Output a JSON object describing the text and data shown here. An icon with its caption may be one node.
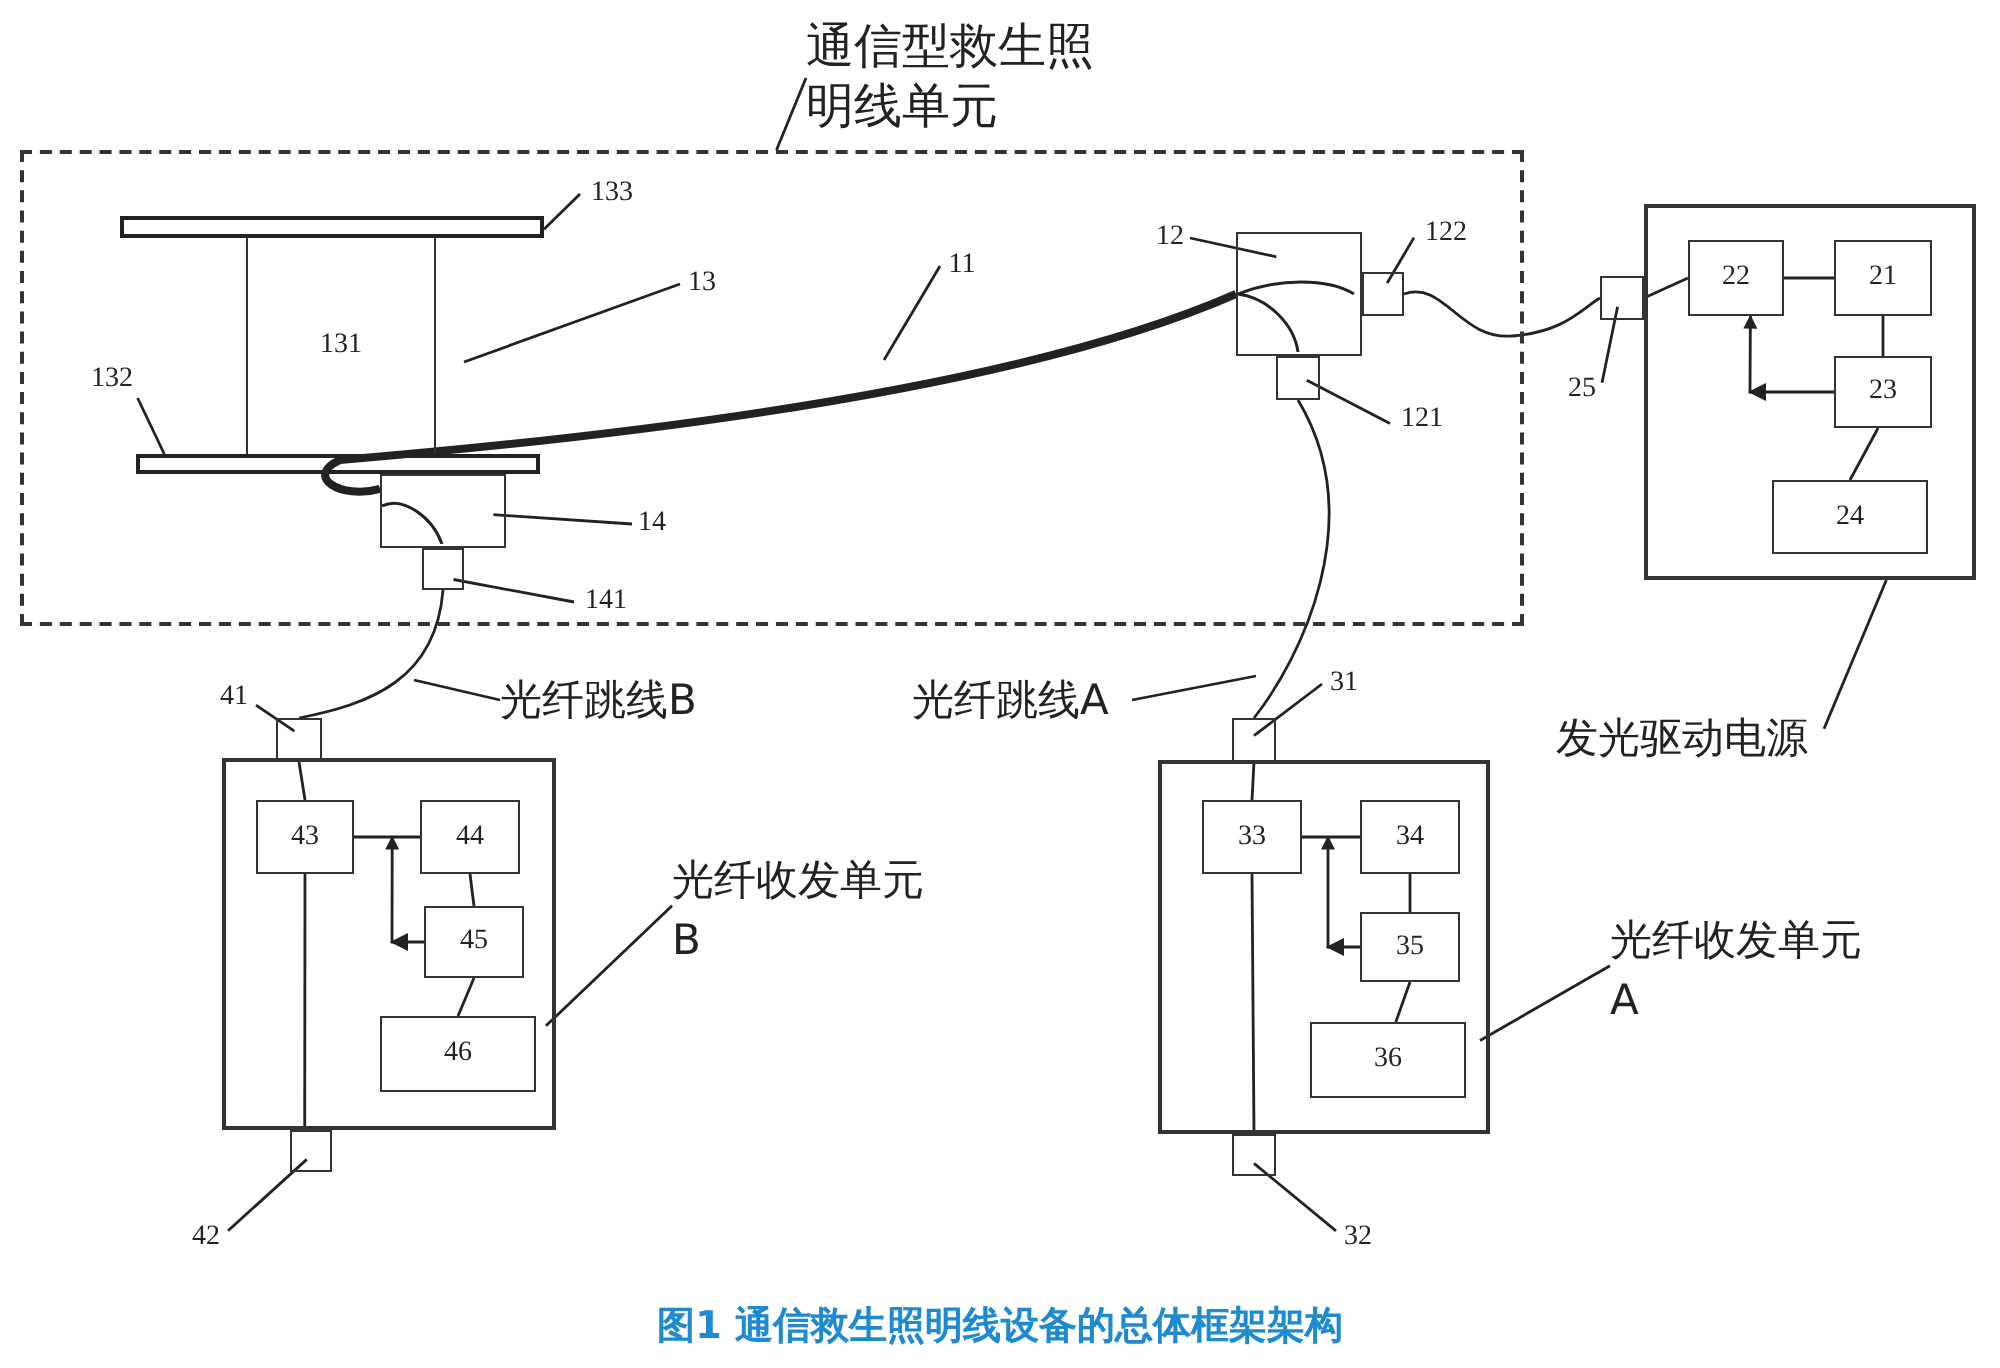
{
  "diagram": {
    "caption": "图1 通信救生照明线设备的总体框架架构",
    "nodes": [
      {
        "text": [
          "通信型救生照明线单元"
        ]
      },
      {
        "text": [],
        "shape": "box"
      },
      {
        "text": [],
        "shape": "bar",
        "in": 1
      },
      {
        "text": [
          "133"
        ],
        "in": 1
      },
      {
        "text": [
          "13"
        ],
        "in": 1
      },
      {
        "text": [
          "11"
        ],
        "in": 1
      },
      {
        "text": [
          "131"
        ],
        "in": 1
      },
      {
        "text": [
          "132"
        ],
        "in": 1
      },
      {
        "text": [],
        "shape": "bar",
        "in": 1
      },
      {
        "text": [
          "12"
        ],
        "in": 1
      },
      {
        "text": [],
        "shape": "box",
        "in": 1
      },
      {
        "text": [],
        "shape": "box",
        "in": 1
      },
      {
        "text": [
          "122"
        ],
        "in": 1
      },
      {
        "text": [],
        "shape": "box",
        "in": 1
      },
      {
        "text": [
          "121"
        ],
        "in": 1
      },
      {
        "text": [],
        "shape": "box",
        "in": 1
      },
      {
        "text": [
          "14"
        ],
        "in": 1
      },
      {
        "text": [],
        "shape": "box",
        "in": 1
      },
      {
        "text": [
          "141"
        ],
        "in": 1
      },
      {
        "text": [],
        "shape": "box"
      },
      {
        "text": [
          "25"
        ]
      },
      {
        "text": [],
        "shape": "box"
      },
      {
        "text": [
          "22"
        ],
        "in": 21
      },
      {
        "text": [
          "21"
        ],
        "in": 21
      },
      {
        "text": [
          "23"
        ],
        "in": 21
      },
      {
        "text": [
          "24"
        ],
        "in": 21
      },
      {
        "text": [
          "发光驱动电源"
        ]
      },
      {
        "text": [
          "41"
        ]
      },
      {
        "text": [],
        "shape": "box"
      },
      {
        "text": [
          "光纤跳线B"
        ]
      },
      {
        "text": [
          "光纤跳线A"
        ]
      },
      {
        "text": [
          "31"
        ]
      },
      {
        "text": [],
        "shape": "box"
      },
      {
        "text": [],
        "shape": "box"
      },
      {
        "text": [
          "43"
        ],
        "in": 33
      },
      {
        "text": [
          "44"
        ],
        "in": 33
      },
      {
        "text": [
          "45"
        ],
        "in": 33
      },
      {
        "text": [
          "46"
        ],
        "in": 33
      },
      {
        "text": [
          "光纤收发单元B"
        ]
      },
      {
        "text": [],
        "shape": "box"
      },
      {
        "text": [
          "33"
        ],
        "in": 39
      },
      {
        "text": [
          "34"
        ],
        "in": 39
      },
      {
        "text": [
          "35"
        ],
        "in": 39
      },
      {
        "text": [
          "36"
        ],
        "in": 39
      },
      {
        "text": [
          "光纤收发单元A"
        ]
      },
      {
        "text": [],
        "shape": "box"
      },
      {
        "text": [
          "42"
        ]
      },
      {
        "text": [],
        "shape": "box"
      },
      {
        "text": [
          "32"
        ]
      }
    ],
    "edges": [
      {
        "from": 0,
        "to": 1,
        "arrow": "none"
      },
      {
        "from": 3,
        "to": 2,
        "arrow": "none"
      },
      {
        "from": 4,
        "to": null,
        "arrow": "none"
      },
      {
        "from": 5,
        "to": null,
        "arrow": "none"
      },
      {
        "from": 7,
        "to": 8,
        "arrow": "none"
      },
      {
        "from": 9,
        "to": 10,
        "arrow": "none"
      },
      {
        "from": 12,
        "to": 11,
        "arrow": "none"
      },
      {
        "from": 14,
        "to": 13,
        "arrow": "none"
      },
      {
        "from": 16,
        "to": 15,
        "arrow": "none"
      },
      {
        "from": 18,
        "to": 17,
        "arrow": "none"
      },
      {
        "from": 20,
        "to": 19,
        "arrow": "none"
      },
      {
        "from": 26,
        "to": 21,
        "arrow": "none"
      },
      {
        "from": 27,
        "to": 28,
        "arrow": "none"
      },
      {
        "from": 29,
        "to": null,
        "arrow": "none"
      },
      {
        "from": 30,
        "to": null,
        "arrow": "none"
      },
      {
        "from": 31,
        "to": 32,
        "arrow": "none"
      },
      {
        "from": 38,
        "to": 33,
        "arrow": "none"
      },
      {
        "from": 44,
        "to": 39,
        "arrow": "none"
      },
      {
        "from": 46,
        "to": 45,
        "arrow": "none"
      },
      {
        "from": 48,
        "to": 47,
        "arrow": "none"
      },
      {
        "from": 15,
        "to": 10,
        "arrow": "none",
        "style": "thick"
      },
      {
        "from": 17,
        "to": 28,
        "arrow": "none"
      },
      {
        "from": 13,
        "to": 32,
        "arrow": "none"
      },
      {
        "from": 11,
        "to": 19,
        "arrow": "none"
      },
      {
        "from": 19,
        "to": 22,
        "arrow": "none"
      },
      {
        "from": 22,
        "to": 23,
        "arrow": "none"
      },
      {
        "from": 23,
        "to": 24,
        "arrow": "none"
      },
      {
        "from": 24,
        "to": 22,
        "arrow": "to"
      },
      {
        "from": 24,
        "to": 25,
        "arrow": "none"
      },
      {
        "from": 28,
        "to": 34,
        "arrow": "none"
      },
      {
        "from": 34,
        "to": 35,
        "arrow": "none"
      },
      {
        "from": 35,
        "to": 36,
        "arrow": "none"
      },
      {
        "from": 36,
        "to": 34,
        "arrow": "to"
      },
      {
        "from": 36,
        "to": 37,
        "arrow": "none"
      },
      {
        "from": 34,
        "to": 45,
        "arrow": "none"
      },
      {
        "from": 32,
        "to": 40,
        "arrow": "none"
      },
      {
        "from": 40,
        "to": 41,
        "arrow": "none"
      },
      {
        "from": 41,
        "to": 42,
        "arrow": "none"
      },
      {
        "from": 42,
        "to": 40,
        "arrow": "to"
      },
      {
        "from": 42,
        "to": 43,
        "arrow": "none"
      },
      {
        "from": 40,
        "to": 47,
        "arrow": "none"
      }
    ]
  }
}
